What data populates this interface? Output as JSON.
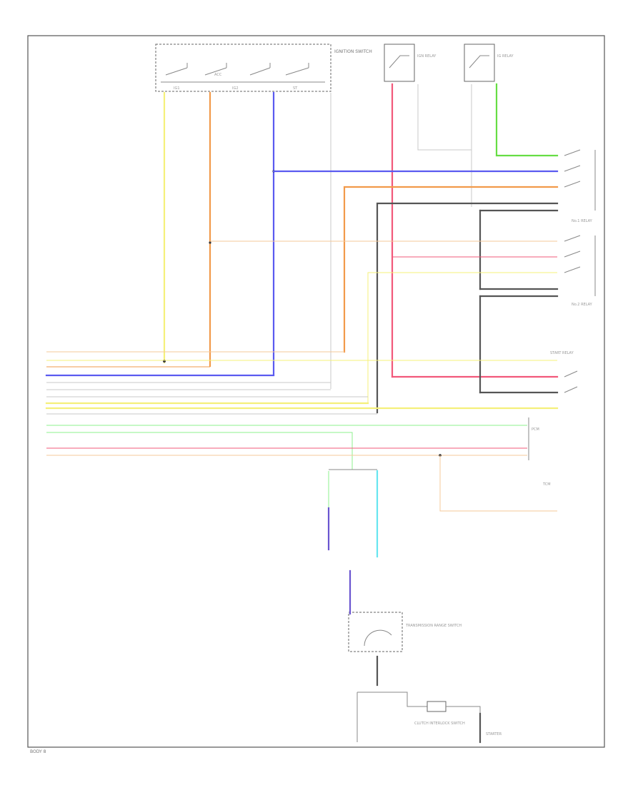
{
  "page_number": "BODY 8",
  "colors": {
    "yellow": "#f5f07a",
    "orange": "#f29a4a",
    "blue": "#5a5af0",
    "gray": "#c8c8c8",
    "pink": "#f2587a",
    "light_green": "#8ef08e",
    "green": "#66dd44",
    "cyan": "#66e6f0",
    "black": "#555555",
    "light_orange": "#f5c89a",
    "violet": "#6a55d0"
  },
  "components": {
    "ignition_switch": "IGNITION SWITCH",
    "ign_relay_1": "IGN RELAY",
    "ign_relay_2": "IG RELAY",
    "relay_1": "No.1 RELAY",
    "relay_2": "No.2 RELAY",
    "start_relay": "START RELAY",
    "pcm": "PCM",
    "tcm": "TCM",
    "transmission_range_switch": "TRANSMISSION RANGE SWITCH",
    "clutch_interlock_switch": "CLUTCH INTERLOCK SWITCH",
    "starter": "STARTER",
    "acc": "ACC",
    "ig1": "IG1",
    "ig2": "IG2",
    "st": "ST"
  }
}
